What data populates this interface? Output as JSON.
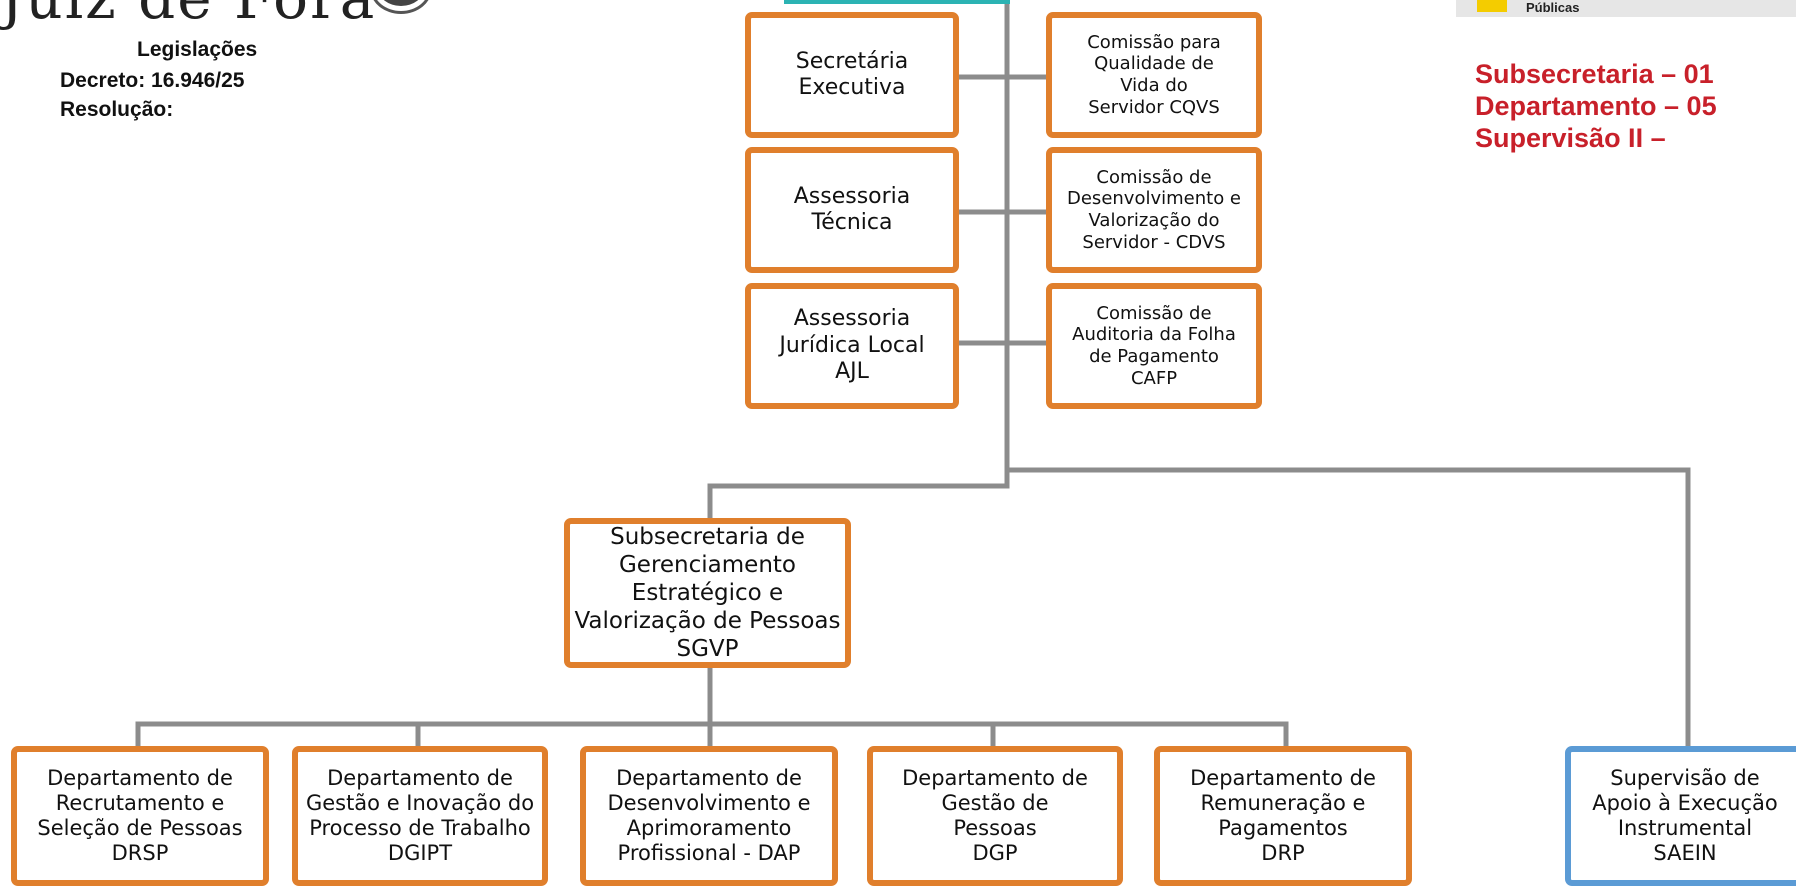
{
  "header": {
    "title_fragment": "Juiz de Fora",
    "legend_label": "Públicas"
  },
  "legislation": {
    "heading": "Legislações",
    "decree": "Decreto: 16.946/25",
    "resolution": "Resolução:"
  },
  "counts": {
    "line1": "Subsecretaria – 01",
    "line2": "Departamento – 05",
    "line3": "Supervisão II –"
  },
  "left_units": [
    "Secretária\nExecutiva",
    "Assessoria\nTécnica",
    "Assessoria\nJurídica Local\nAJL"
  ],
  "right_units": [
    "Comissão para\nQualidade de\nVida do\nServidor CQVS",
    "Comissão de\nDesenvolvimento e\nValorização do\nServidor - CDVS",
    "Comissão de\nAuditoria da Folha\nde Pagamento\nCAFP"
  ],
  "subsecretaria": "Subsecretaria de\nGerenciamento\nEstratégico e\nValorização de Pessoas\nSGVP",
  "departments": [
    "Departamento de\nRecrutamento e\nSeleção de Pessoas\nDRSP",
    "Departamento de\nGestão e Inovação do\nProcesso de Trabalho\nDGIPT",
    "Departamento de\nDesenvolvimento e\nAprimoramento\nProfissional - DAP",
    "Departamento de\nGestão de\nPessoas\nDGP",
    "Departamento de\nRemuneração e\nPagamentos\nDRP"
  ],
  "supervision": "Supervisão de\nApoio à Execução\nInstrumental\nSAEIN",
  "colors": {
    "box_border": "#e07f2c",
    "supervision_border": "#5b9bd5",
    "connector": "#8c8c8c",
    "count_text": "#c8202a",
    "top_box_border": "#2bb3b3"
  }
}
